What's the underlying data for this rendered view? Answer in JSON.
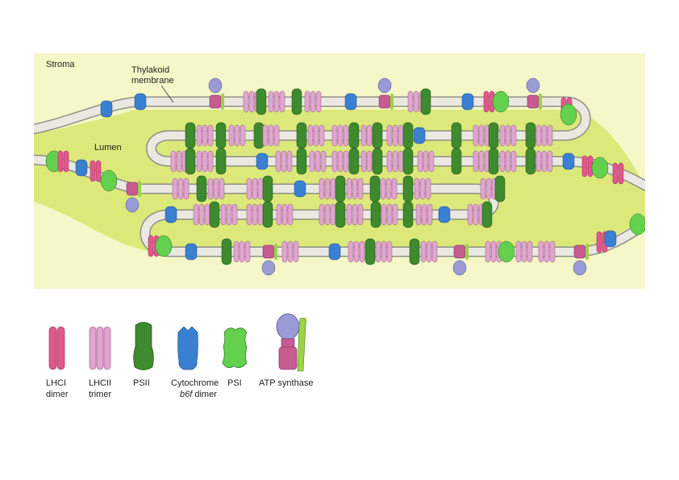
{
  "labels": {
    "stroma": "Stroma",
    "thylakoid_line1": "Thylakoid",
    "thylakoid_line2": "membrane",
    "lumen": "Lumen"
  },
  "legend": [
    {
      "key": "lhci",
      "line1": "LHCI",
      "line2": "dimer",
      "italic": ""
    },
    {
      "key": "lhcii",
      "line1": "LHCII",
      "line2": "trimer",
      "italic": ""
    },
    {
      "key": "psii",
      "line1": "PSII",
      "line2": "",
      "italic": ""
    },
    {
      "key": "cytb6f",
      "line1": "Cytochrome",
      "line2": " dimer",
      "italic": "b6f"
    },
    {
      "key": "psi",
      "line1": "PSI",
      "line2": "",
      "italic": ""
    },
    {
      "key": "atp",
      "line1": "ATP synthase",
      "line2": "",
      "italic": ""
    }
  ],
  "colors": {
    "background": "#f5f7c8",
    "lumen": "#dce97a",
    "membrane": "#e9e9e1",
    "membrane_edge": "#8f8f86",
    "lhci": "#e3578c",
    "lhcii": "#e2a5cf",
    "psii": "#3e8a2e",
    "cytb6f": "#3a80d2",
    "psi": "#63d04e",
    "atp_head": "#9a9ad6",
    "atp_stalk": "#c75b92",
    "atp_green": "#9ad345"
  }
}
